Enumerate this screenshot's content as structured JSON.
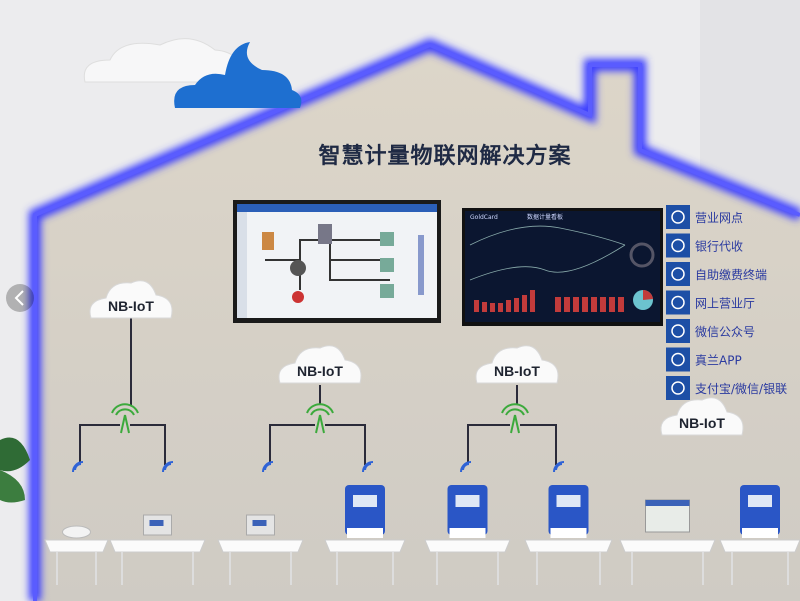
{
  "title": "智慧计量物联网解决方案",
  "clouds": [
    "NB-IoT",
    "NB-IoT",
    "NB-IoT",
    "NB-IoT"
  ],
  "services": [
    {
      "icon": "fire-icon",
      "label": "营业网点"
    },
    {
      "icon": "bank-icon",
      "label": "银行代收"
    },
    {
      "icon": "yuan-icon",
      "label": "自助缴费终端"
    },
    {
      "icon": "globe-icon",
      "label": "网上营业厅"
    },
    {
      "icon": "wechat-icon",
      "label": "微信公众号"
    },
    {
      "icon": "app-icon",
      "label": "真兰APP"
    },
    {
      "icon": "pay-icon",
      "label": "支付宝/微信/银联"
    }
  ],
  "dashboard": {
    "title": "数据计量看板",
    "brand": "GoldCard"
  },
  "colors": {
    "glow": "#3a3cff",
    "wall": "#d9d4ca",
    "tile": "#1d4fa6",
    "meter": "#2a56c6"
  }
}
